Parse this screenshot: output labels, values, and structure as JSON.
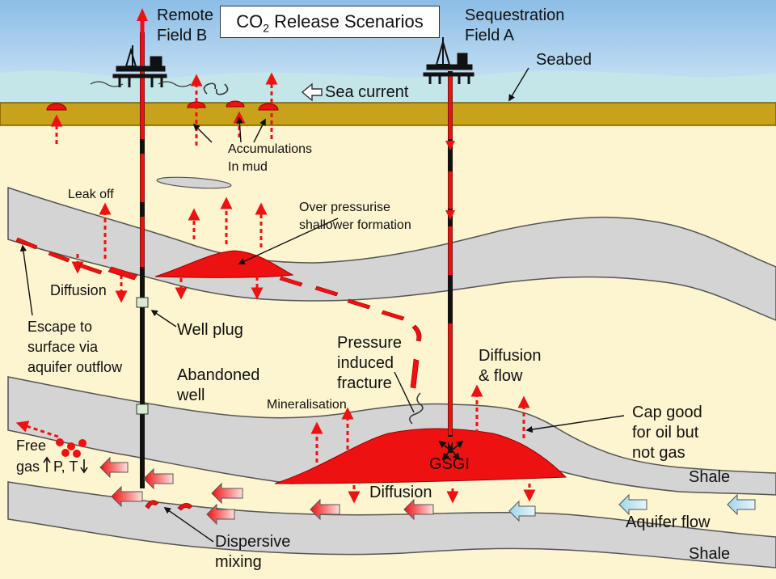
{
  "title": {
    "prefix": "CO",
    "subscript": "2",
    "suffix": " Release Scenarios"
  },
  "labels": {
    "remote_field": [
      "Remote",
      "Field B"
    ],
    "sequestration_field": [
      "Sequestration",
      "Field A"
    ],
    "seabed": "Seabed",
    "sea_current": "Sea current",
    "accumulations": [
      "Accumulations",
      "In mud"
    ],
    "leak_off": "Leak off",
    "over_pressurise": [
      "Over pressurise",
      "shallower formation"
    ],
    "diffusion_left": "Diffusion",
    "escape": [
      "Escape to",
      "surface via",
      "aquifer outflow"
    ],
    "well_plug": "Well plug",
    "abandoned_well": [
      "Abandoned",
      "well"
    ],
    "pressure_fracture": [
      "Pressure",
      "induced",
      "fracture"
    ],
    "diffusion_flow": [
      "Diffusion",
      "& flow"
    ],
    "mineralisation": "Mineralisation",
    "cap_good": [
      "Cap good",
      "for oil but",
      "not gas"
    ],
    "free_gas": [
      "Free",
      "gas",
      "P, T"
    ],
    "gsgi": "GSGI",
    "diffusion_bottom": "Diffusion",
    "shale_upper": "Shale",
    "shale_lower": "Shale",
    "aquifer_flow": "Aquifer flow",
    "dispersive_mixing": [
      "Dispersive",
      "mixing"
    ]
  },
  "colors": {
    "sea": "#a9cfee",
    "mud": "#c8a21a",
    "sediment": "#fdf5d0",
    "formation": "#d4d4d4",
    "co2": "#ee1111",
    "well": "#111111",
    "aquifer_arrow": "#a8dcec"
  }
}
